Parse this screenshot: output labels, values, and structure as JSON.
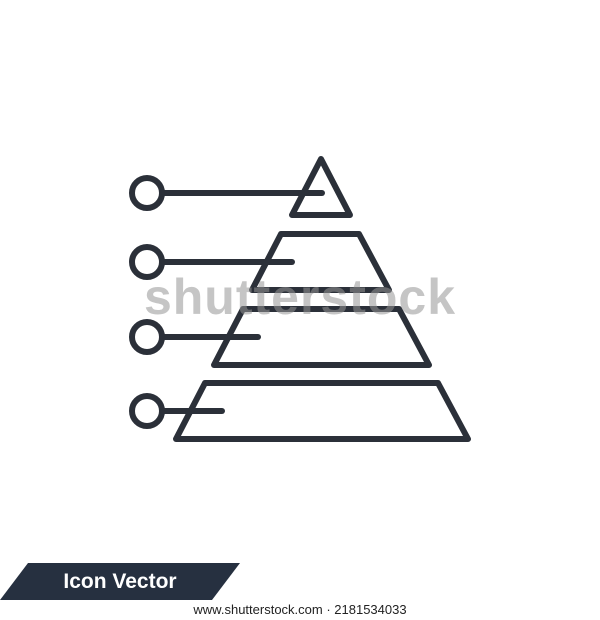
{
  "icon": {
    "name": "pyramid-chart-icon",
    "stroke_color": "#2b3039",
    "levels": 4
  },
  "watermark": {
    "text": "shutterstock"
  },
  "banner": {
    "text": "Icon Vector",
    "background_color": "#263040",
    "text_color": "#ffffff"
  },
  "footer": {
    "url_text": "www.shutterstock.com · 2181534033"
  }
}
